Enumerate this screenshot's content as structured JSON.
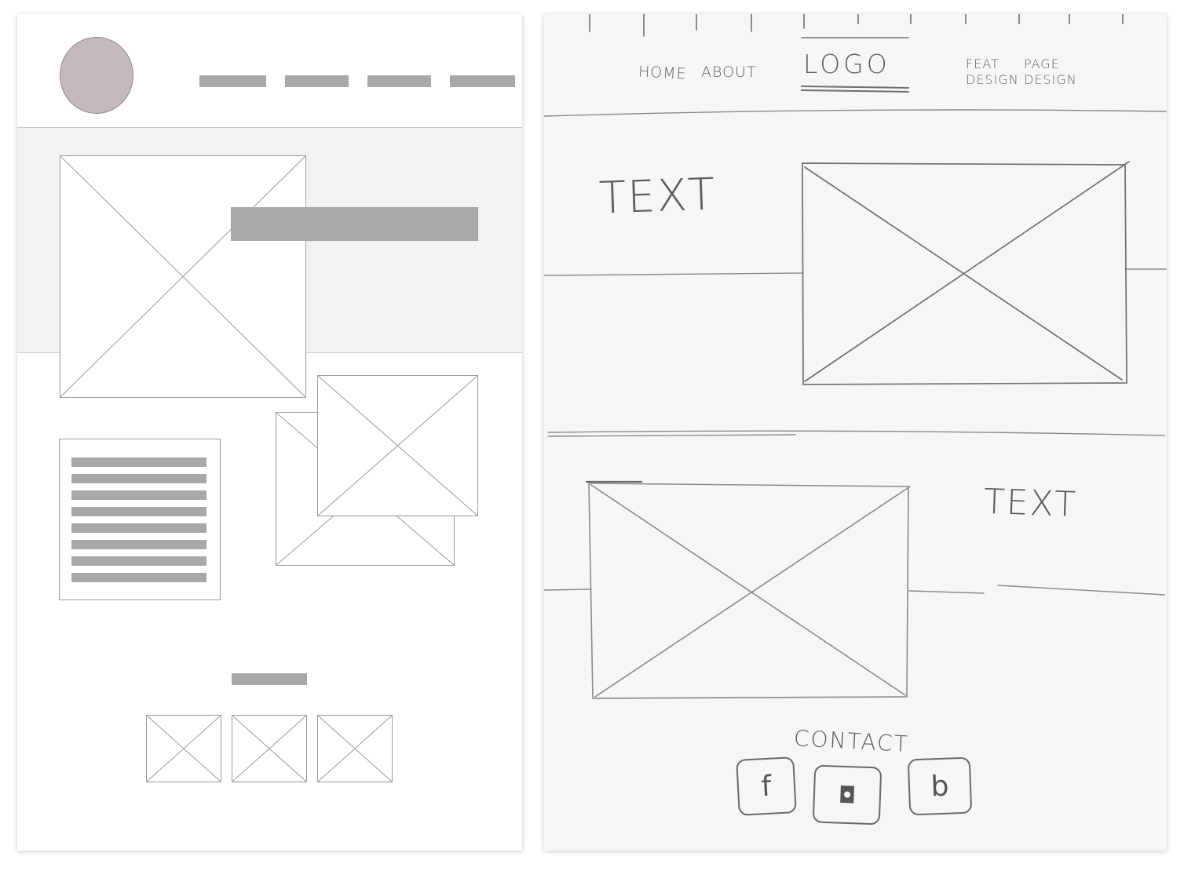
{
  "colors": {
    "placeholder_bar": "#a9a8a9",
    "avatar": "#c3bbbb",
    "hero_band": "#f2f2f2",
    "sketch_paper": "#f6f6f5"
  },
  "sketch": {
    "nav_items": [
      {
        "label": "HOME"
      },
      {
        "label": "ABOUT"
      },
      {
        "label": "LOGO"
      },
      {
        "label": "FEAT\nDESIGN"
      },
      {
        "label": "PAGE\nDESIGN"
      }
    ],
    "section_1_text": "TEXT",
    "section_2_text": "TEXT",
    "contact_label": "CONTACT",
    "social_icons": [
      {
        "icon": "facebook-icon",
        "glyph": "f"
      },
      {
        "icon": "instagram-icon",
        "glyph": "◘"
      },
      {
        "icon": "blog-icon",
        "glyph": "b"
      }
    ]
  }
}
